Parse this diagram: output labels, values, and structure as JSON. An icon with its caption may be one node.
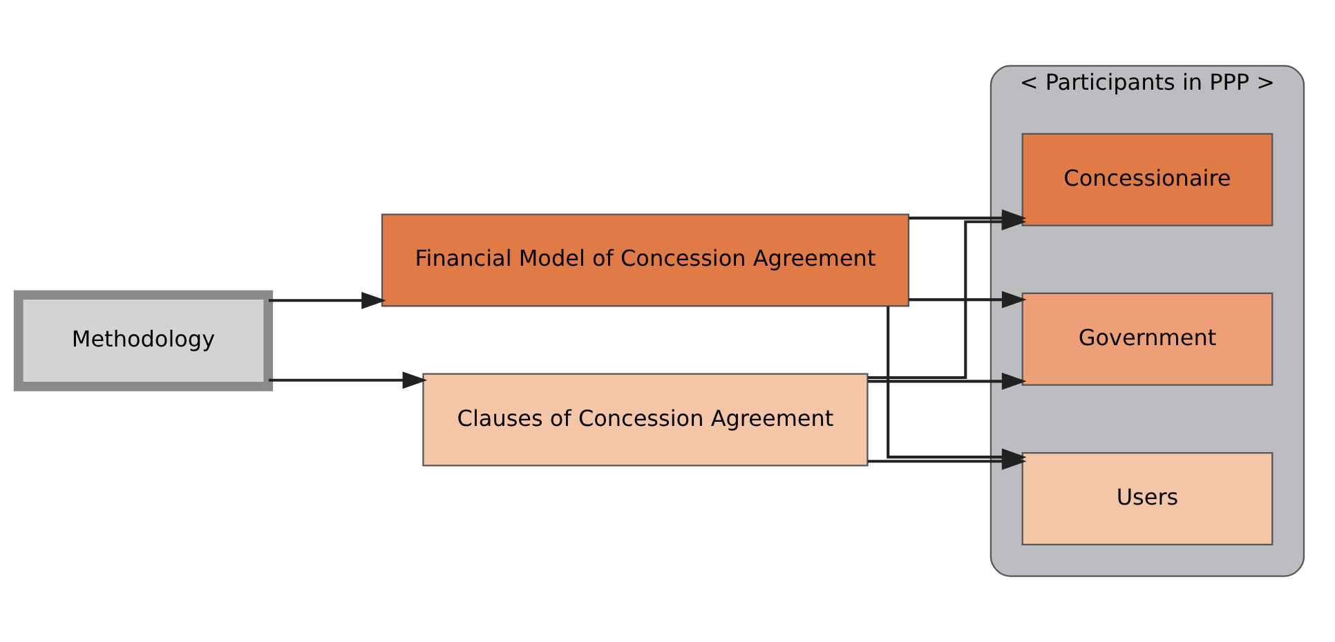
{
  "diagram": {
    "nodes": [
      {
        "text": [
          "Methodology"
        ]
      },
      {
        "text": [
          "Financial Model of Concession Agreement"
        ]
      },
      {
        "text": [
          "Clauses of Concession Agreement"
        ]
      },
      {
        "text": [
          "< Participants in PPP >"
        ]
      },
      {
        "text": [
          "Users"
        ],
        "in": 3
      },
      {
        "text": [
          "Concessionaire"
        ],
        "in": 3
      },
      {
        "text": [
          "Government"
        ],
        "in": 3
      }
    ],
    "edges": [
      {
        "from": 0,
        "to": 1,
        "arrow": "to"
      },
      {
        "from": 0,
        "to": 2,
        "arrow": "to"
      },
      {
        "from": 1,
        "to": 4,
        "arrow": "to"
      },
      {
        "from": 1,
        "to": 5,
        "arrow": "to"
      },
      {
        "from": 1,
        "to": 6,
        "arrow": "to"
      },
      {
        "from": 2,
        "to": 4,
        "arrow": "to"
      },
      {
        "from": 2,
        "to": 5,
        "arrow": "to"
      },
      {
        "from": 2,
        "to": 6,
        "arrow": "to"
      }
    ]
  }
}
